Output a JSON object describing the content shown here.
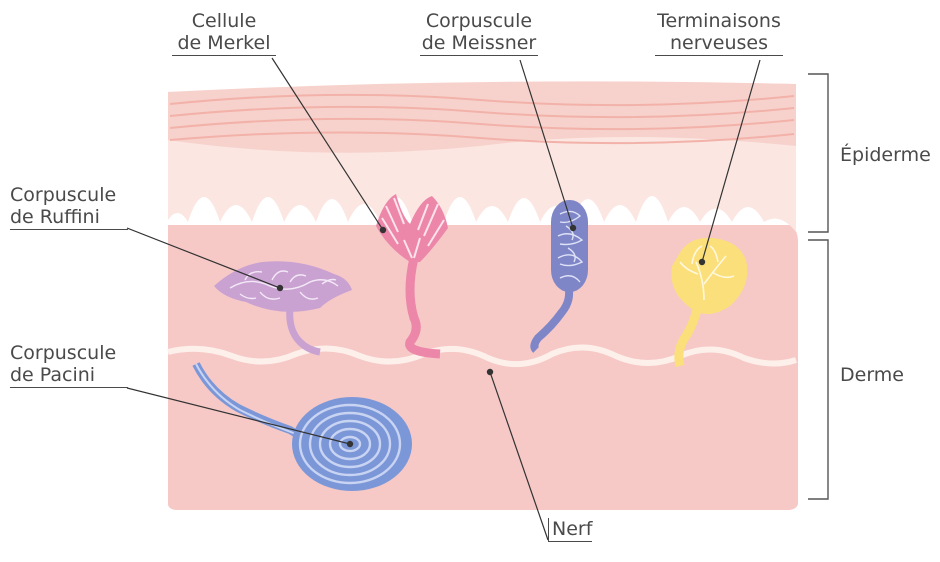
{
  "labels": {
    "merkel": {
      "line1": "Cellule",
      "line2": "de Merkel"
    },
    "meissner": {
      "line1": "Corpuscule",
      "line2": "de Meissner"
    },
    "terminaisons": {
      "line1": "Terminaisons",
      "line2": "nerveuses"
    },
    "ruffini": {
      "line1": "Corpuscule",
      "line2": "de Ruffini"
    },
    "pacini": {
      "line1": "Corpuscule",
      "line2": "de Pacini"
    },
    "nerf": "Nerf"
  },
  "layers": {
    "epiderme": "Épiderme",
    "derme": "Derme"
  },
  "colors": {
    "derme": "#f6c9c7",
    "epiderme_base": "#fbe6e1",
    "stratum": "#f7d2cc",
    "stratum_line": "#f2b9b2",
    "ruffini": "#c9a2d2",
    "merkel": "#ec87a9",
    "meissner": "#7f86c8",
    "terminaisons": "#fbdf7a",
    "pacini": "#7c97d8",
    "nerf": "#fdf0eb",
    "leader": "#333333"
  }
}
